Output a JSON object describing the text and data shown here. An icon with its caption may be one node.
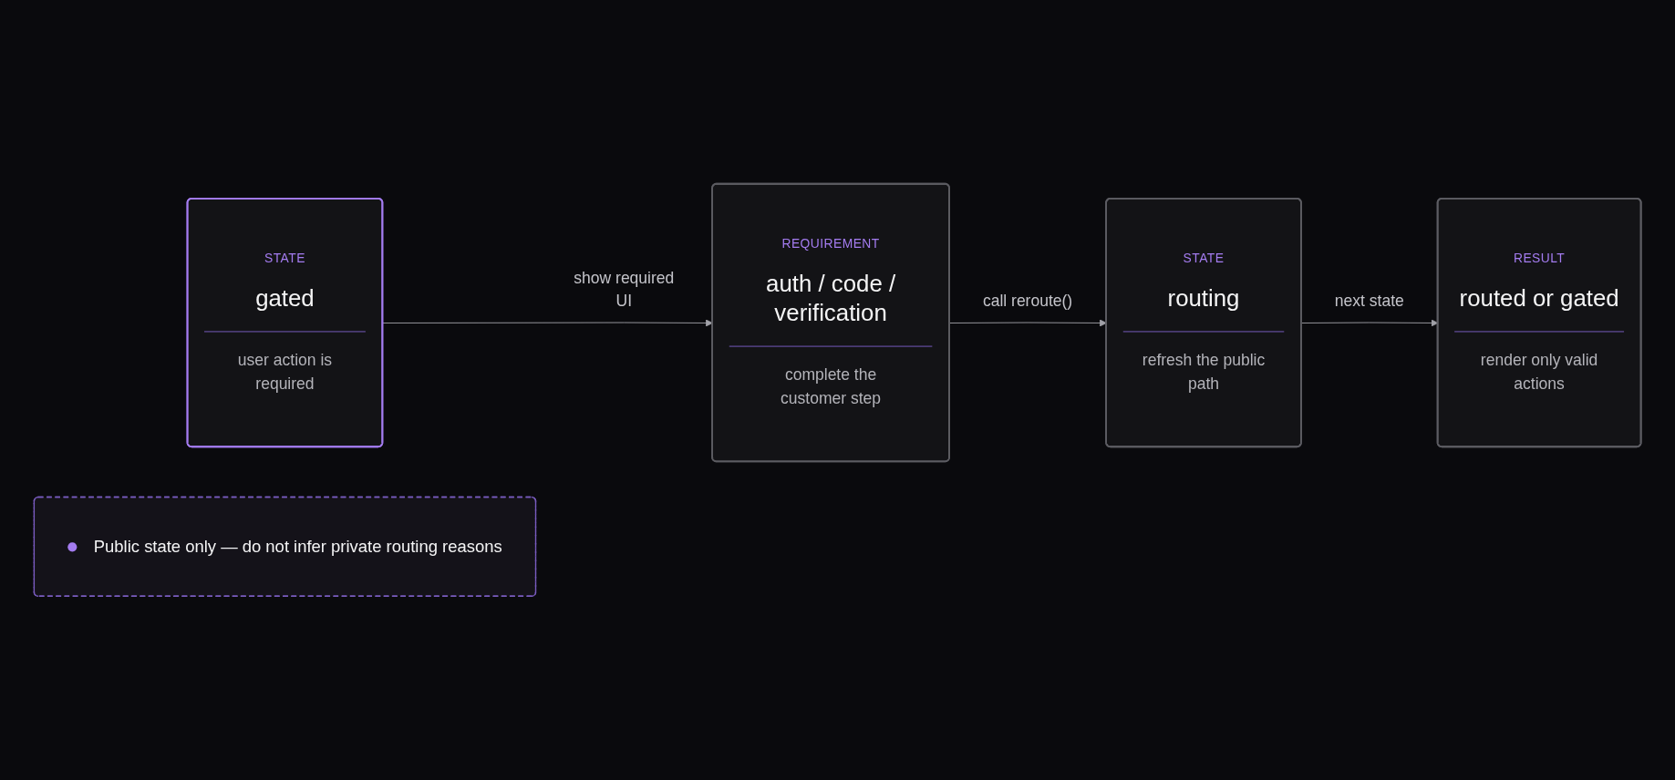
{
  "diagram": {
    "nodes": [
      {
        "text": [
          "STATE",
          "gated",
          "user action is required"
        ]
      },
      {
        "text": [
          "REQUIREMENT",
          "auth / code / verification",
          "complete the customer step"
        ]
      },
      {
        "text": [
          "STATE",
          "routing",
          "refresh the public path"
        ]
      },
      {
        "text": [
          "RESULT",
          "routed or gated",
          "render only valid actions"
        ]
      },
      {
        "text": [
          "Public state only — do not infer private routing reasons"
        ]
      }
    ],
    "edges": [
      {
        "from": 0,
        "to": 1,
        "arrow": "to",
        "label": "show required UI"
      },
      {
        "from": 1,
        "to": 2,
        "arrow": "to",
        "label": "call reroute()"
      },
      {
        "from": 2,
        "to": 3,
        "arrow": "to",
        "label": "next state"
      }
    ]
  }
}
